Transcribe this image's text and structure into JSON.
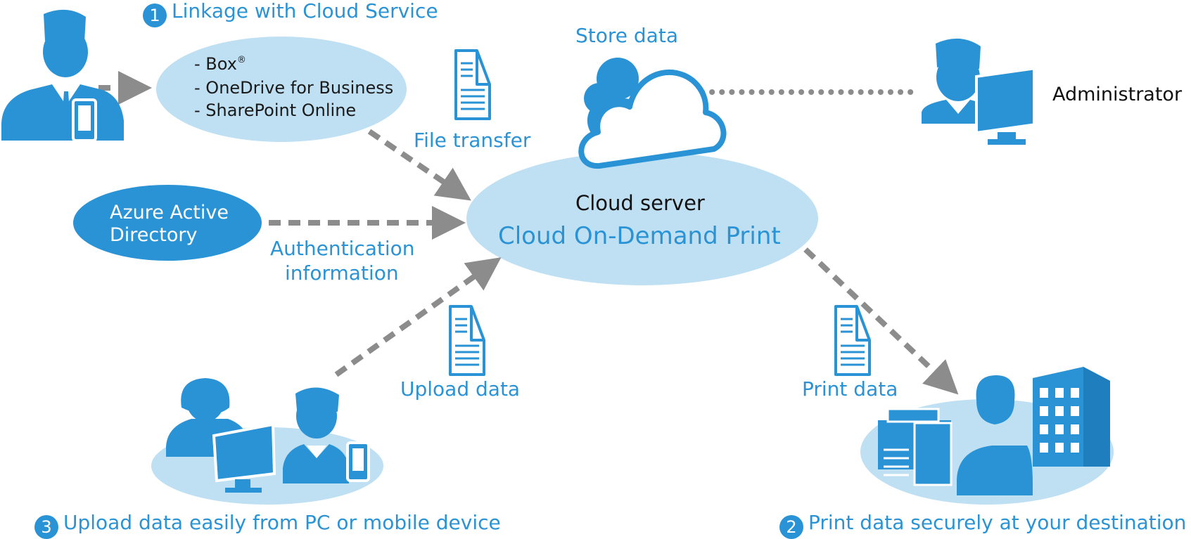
{
  "steps": {
    "step1": {
      "number": "1",
      "label": "Linkage with Cloud Service"
    },
    "step2": {
      "number": "2",
      "label": "Print data securely at your destination"
    },
    "step3": {
      "number": "3",
      "label": "Upload data easily from PC or mobile device"
    }
  },
  "cloud_services": {
    "items": [
      {
        "prefix": "- ",
        "name": "Box",
        "mark": "®"
      },
      {
        "prefix": "- ",
        "name": "OneDrive for Business",
        "mark": ""
      },
      {
        "prefix": "- ",
        "name": "SharePoint Online",
        "mark": ""
      }
    ]
  },
  "azure": {
    "line1": "Azure Active",
    "line2": "Directory"
  },
  "cloud_server": {
    "label": "Cloud server",
    "product": "Cloud On-Demand Print"
  },
  "labels": {
    "store_data": "Store data",
    "file_transfer": "File transfer",
    "auth_line1": "Authentication",
    "auth_line2": "information",
    "upload_data": "Upload data",
    "print_data": "Print data",
    "administrator": "Administrator"
  },
  "colors": {
    "primary_blue": "#2a93d5",
    "light_blue": "#bfe0f3",
    "arrow_gray": "#8c8c8c",
    "text_dark": "#111111"
  },
  "icons": [
    "user-with-phone-icon",
    "document-icon",
    "cloud-icon",
    "administrator-icon",
    "office-users-icon",
    "printer-office-icon",
    "building-icon"
  ]
}
